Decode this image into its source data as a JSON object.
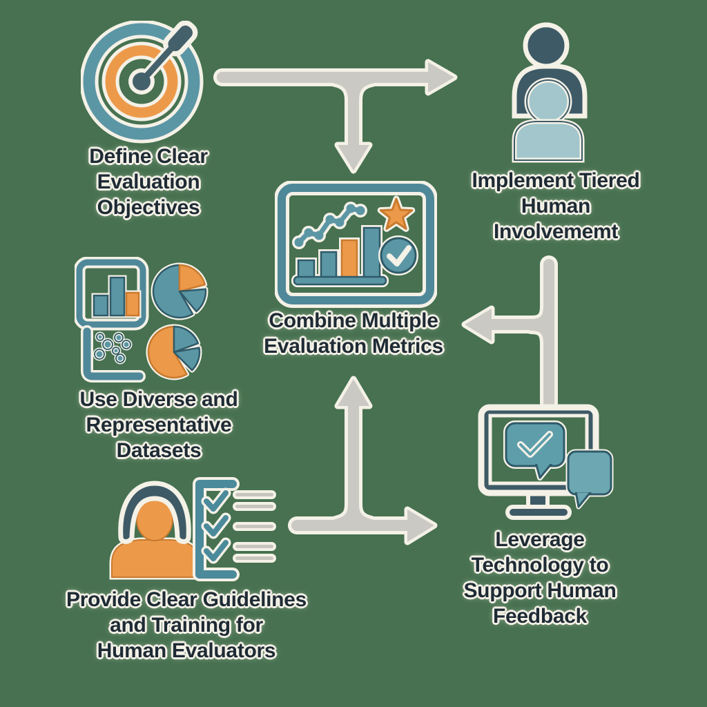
{
  "background_color": "#477150",
  "palette": {
    "teal": "#5B96A5",
    "teal_dark": "#2F5A68",
    "slate": "#3E5A66",
    "light_teal": "#A2C6CB",
    "orange": "#EC9A4A",
    "orange_dark": "#C97A2E",
    "cream_outline": "#F4F1E7",
    "arrow_gray": "#CBC9C3",
    "label_text": "#1E2B35"
  },
  "nodes": [
    {
      "id": "define-objectives",
      "icon": "target-dart-icon",
      "label": "Define Clear\nEvaluation\nObjectives"
    },
    {
      "id": "implement-tiered-involvement",
      "icon": "two-people-icon",
      "label": "Implement Tiered\nHuman\nInvolvememt"
    },
    {
      "id": "combine-metrics",
      "icon": "metrics-dashboard-icon",
      "label": "Combine Multiple\nEvaluation Metrics"
    },
    {
      "id": "diverse-datasets",
      "icon": "data-charts-icon",
      "label": "Use Diverse and\nRepresentative\nDatasets"
    },
    {
      "id": "guidelines-training",
      "icon": "evaluator-checklist-icon",
      "label": "Provide Clear Guidelines\nand Training for\nHuman Evaluators"
    },
    {
      "id": "leverage-technology",
      "icon": "monitor-feedback-icon",
      "label": "Leverage\nTechnology to\nSupport Human\nFeedback"
    }
  ],
  "arrows": [
    {
      "id": "objectives-fork-arrow",
      "from": "define-objectives",
      "to": [
        "implement-tiered-involvement",
        "combine-metrics"
      ],
      "shape": "right-with-down-branch"
    },
    {
      "id": "involvement-branch-arrow",
      "from": "implement-tiered-involvement",
      "to": [
        "combine-metrics",
        "leverage-technology"
      ],
      "shape": "down-with-left-branch"
    },
    {
      "id": "guidelines-fork-arrow",
      "from": "guidelines-training",
      "to": [
        "combine-metrics",
        "leverage-technology"
      ],
      "shape": "right-with-up-branch"
    }
  ]
}
